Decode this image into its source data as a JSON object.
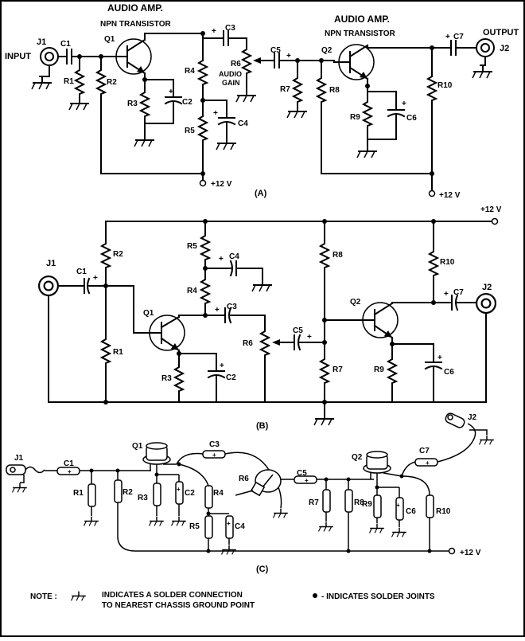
{
  "schematic_a": {
    "title_q1": "AUDIO AMP.",
    "sub_q1": "NPN TRANSISTOR",
    "title_q2": "AUDIO AMP.",
    "sub_q2": "NPN TRANSISTOR",
    "input": "INPUT",
    "output": "OUTPUT",
    "j1": "J1",
    "j2": "J2",
    "c1": "C1",
    "c2": "C2",
    "c3": "C3",
    "c4": "C4",
    "c5": "C5",
    "c6": "C6",
    "c7": "C7",
    "r1": "R1",
    "r2": "R2",
    "r3": "R3",
    "r4": "R4",
    "r5": "R5",
    "r6": "R6",
    "r7": "R7",
    "r8": "R8",
    "r9": "R9",
    "r10": "R10",
    "q1": "Q1",
    "q2": "Q2",
    "gain1": "AUDIO",
    "gain2": "GAIN",
    "v1": "+12 V",
    "v2": "+12 V",
    "caption": "(A)"
  },
  "schematic_b": {
    "j1": "J1",
    "j2": "J2",
    "c1": "C1",
    "c2": "C2",
    "c3": "C3",
    "c4": "C4",
    "c5": "C5",
    "c6": "C6",
    "c7": "C7",
    "r1": "R1",
    "r2": "R2",
    "r3": "R3",
    "r4": "R4",
    "r5": "R5",
    "r6": "R6",
    "r7": "R7",
    "r8": "R8",
    "r9": "R9",
    "r10": "R10",
    "q1": "Q1",
    "q2": "Q2",
    "v": "+12 V",
    "caption": "(B)"
  },
  "schematic_c": {
    "j1": "J1",
    "j2": "J2",
    "c1": "C1",
    "c2": "C2",
    "c3": "C3",
    "c4": "C4",
    "c5": "C5",
    "c6": "C6",
    "c7": "C7",
    "r1": "R1",
    "r2": "R2",
    "r3": "R3",
    "r4": "R4",
    "r5": "R5",
    "r6": "R6",
    "r7": "R7",
    "r8": "R8",
    "r9": "R9",
    "r10": "R10",
    "q1": "Q1",
    "q2": "Q2",
    "v": "+12 V",
    "caption": "(C)"
  },
  "notes": {
    "note_label": "NOTE :",
    "ground_line1": "INDICATES A SOLDER CONNECTION",
    "ground_line2": "TO NEAREST CHASSIS GROUND POINT",
    "dot_text": "- INDICATES SOLDER JOINTS"
  },
  "plus": "+"
}
